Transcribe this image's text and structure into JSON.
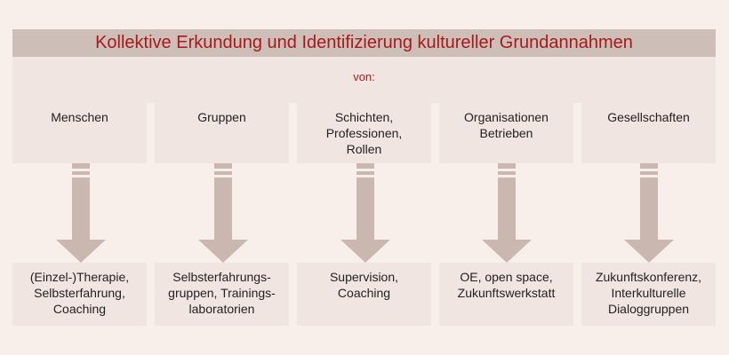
{
  "title": "Kollektive Erkundung und Identifizierung kultureller Grundannahmen",
  "subtitle": "von:",
  "columns": [
    {
      "top": [
        "Menschen"
      ],
      "bottom": [
        "(Einzel-)Therapie,",
        "Selbsterfahrung,",
        "Coaching"
      ]
    },
    {
      "top": [
        "Gruppen"
      ],
      "bottom": [
        "Selbsterfahrungs-",
        "gruppen, Trainings-",
        "laboratorien"
      ]
    },
    {
      "top": [
        "Schichten,",
        "Professionen,",
        "Rollen"
      ],
      "bottom": [
        "Supervision,",
        "Coaching"
      ]
    },
    {
      "top": [
        "Organisationen",
        "Betrieben"
      ],
      "bottom": [
        "OE, open space,",
        "Zukunftswerkstatt"
      ]
    },
    {
      "top": [
        "Gesellschaften"
      ],
      "bottom": [
        "Zukunftskonferenz,",
        "Interkulturelle",
        "Dialoggruppen"
      ]
    }
  ],
  "colors": {
    "background": "#f8eeea",
    "panel": "#f1e5e1",
    "title_bar": "#cdbfb8",
    "arrow": "#c9b7b0",
    "title_text": "#a8191c"
  }
}
